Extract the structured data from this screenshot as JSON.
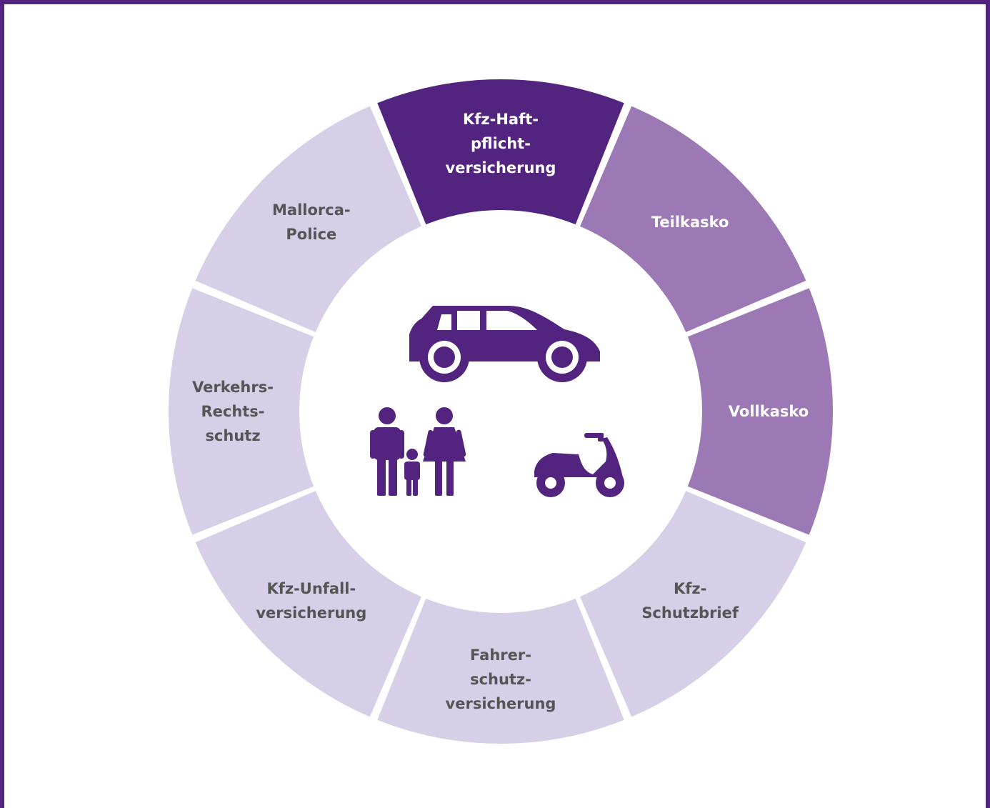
{
  "diagram": {
    "colors": {
      "frame": "#52247f",
      "primary": "#52247f",
      "medium": "#9c79b4",
      "light": "#d7cfe7",
      "icons": "#52247f",
      "label_on_dark": "#ffffff",
      "label_on_light": "#555555"
    },
    "segments": [
      {
        "id": "kfz-haftpflicht",
        "lines": [
          "Kfz-Haft-",
          "pflicht-",
          "versicherung"
        ],
        "shade": "primary"
      },
      {
        "id": "teilkasko",
        "lines": [
          "Teilkasko"
        ],
        "shade": "medium"
      },
      {
        "id": "vollkasko",
        "lines": [
          "Vollkasko"
        ],
        "shade": "medium"
      },
      {
        "id": "kfz-schutzbrief",
        "lines": [
          "Kfz-",
          "Schutzbrief"
        ],
        "shade": "light"
      },
      {
        "id": "fahrerschutz",
        "lines": [
          "Fahrer-",
          "schutz-",
          "versicherung"
        ],
        "shade": "light"
      },
      {
        "id": "kfz-unfall",
        "lines": [
          "Kfz-Unfall-",
          "versicherung"
        ],
        "shade": "light"
      },
      {
        "id": "verkehrs-rechtsschutz",
        "lines": [
          "Verkehrs-",
          "Rechts-",
          "schutz"
        ],
        "shade": "light"
      },
      {
        "id": "mallorca-police",
        "lines": [
          "Mallorca-",
          "Police"
        ],
        "shade": "light"
      }
    ],
    "center_icons": [
      "car-icon",
      "family-icon",
      "scooter-icon"
    ]
  }
}
